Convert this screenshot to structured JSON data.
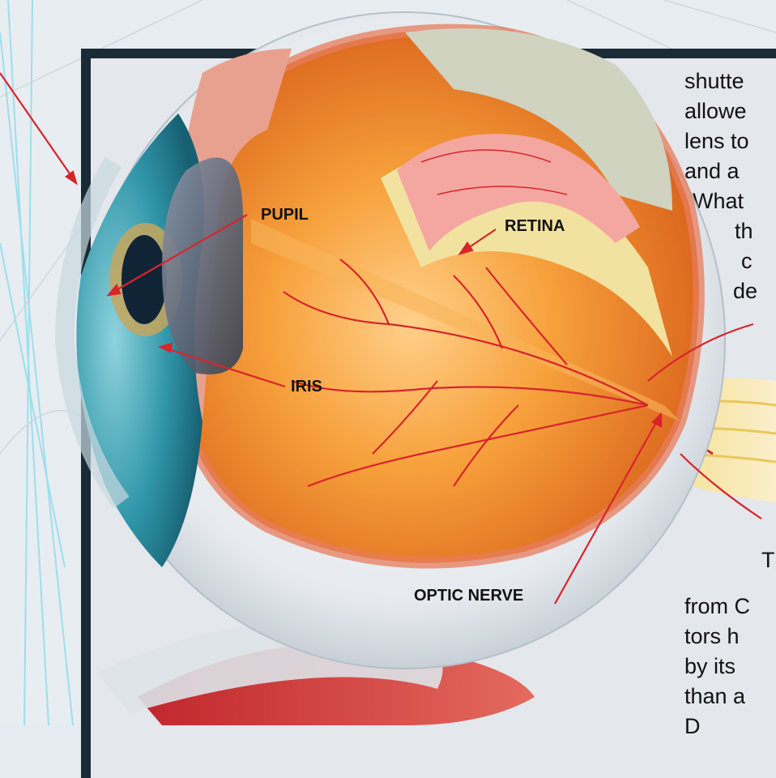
{
  "labels": {
    "pupil": "PUPIL",
    "retina": "RETINA",
    "iris": "IRIS",
    "optic_nerve": "OPTIC NERVE"
  },
  "text_lines_top": [
    "shutte",
    "allowe",
    "lens to",
    "and a",
    "What",
    "th",
    "c",
    "de"
  ],
  "text_lines_bottom": [
    "T",
    "from C",
    "tors h",
    "by its",
    "than a",
    "D"
  ],
  "colors": {
    "panel_border": "#1a2b35",
    "panel_bg": "#e4e7ec",
    "label_arrow": "#d8242b",
    "sclera": "#eef1f4",
    "iris": "#2f8fa0",
    "vitreous": "#f3962f",
    "vessels": "#d8242b"
  }
}
